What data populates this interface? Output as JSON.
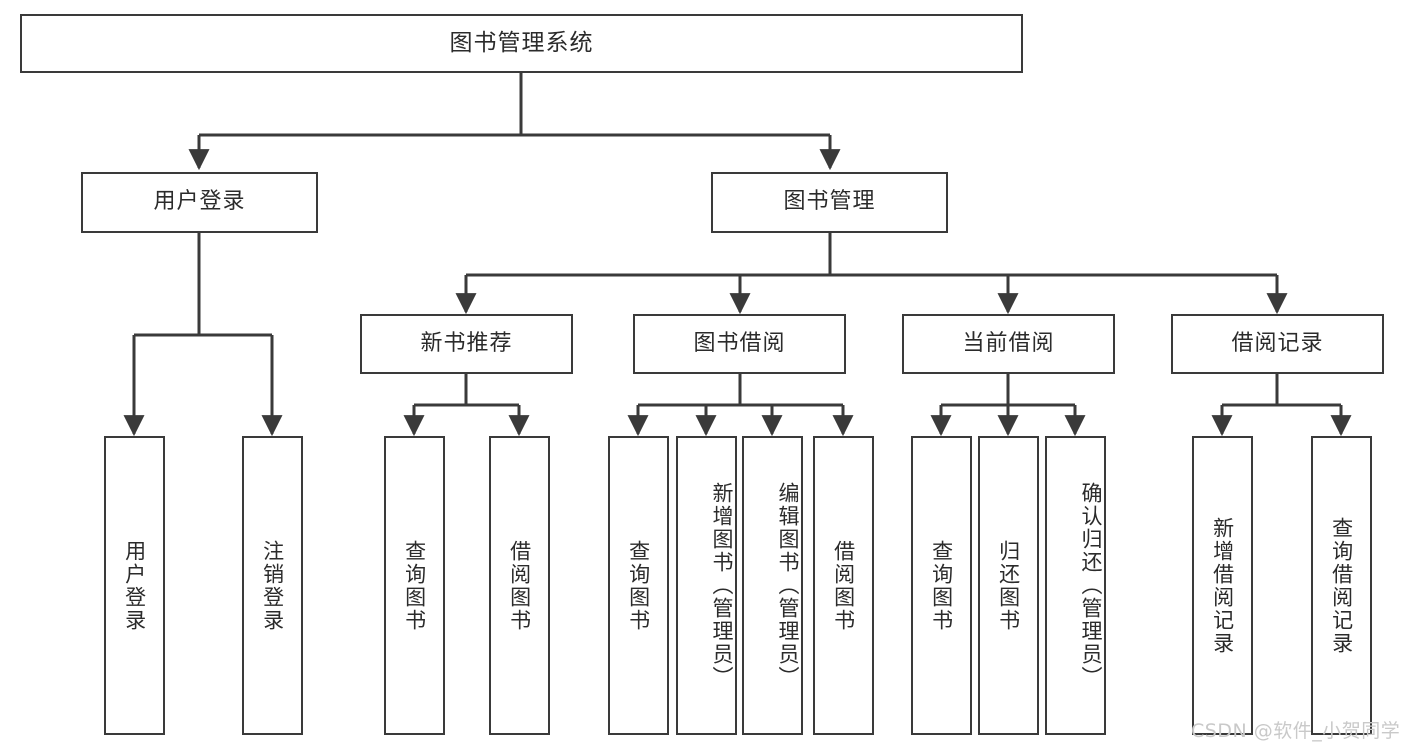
{
  "diagram": {
    "title": "图书管理系统",
    "type": "tree-hierarchy",
    "root": {
      "id": "root",
      "label": "图书管理系统",
      "orientation": "horizontal"
    },
    "level2": [
      {
        "id": "user-login",
        "label": "用户登录",
        "orientation": "horizontal"
      },
      {
        "id": "book-manage",
        "label": "图书管理",
        "orientation": "horizontal"
      }
    ],
    "level3": [
      {
        "id": "new-book-recommend",
        "label": "新书推荐",
        "orientation": "horizontal",
        "parent": "book-manage"
      },
      {
        "id": "book-borrow",
        "label": "图书借阅",
        "orientation": "horizontal",
        "parent": "book-manage"
      },
      {
        "id": "current-borrow",
        "label": "当前借阅",
        "orientation": "horizontal",
        "parent": "book-manage"
      },
      {
        "id": "borrow-record",
        "label": "借阅记录",
        "orientation": "horizontal",
        "parent": "book-manage"
      }
    ],
    "leaves": [
      {
        "id": "leaf-user-login",
        "label": "用户登录",
        "parent": "user-login",
        "orientation": "vertical"
      },
      {
        "id": "leaf-user-logout",
        "label": "注销登录",
        "parent": "user-login",
        "orientation": "vertical"
      },
      {
        "id": "leaf-query-book-1",
        "label": "查询图书",
        "parent": "new-book-recommend",
        "orientation": "vertical"
      },
      {
        "id": "leaf-borrow-book-1",
        "label": "借阅图书",
        "parent": "new-book-recommend",
        "orientation": "vertical"
      },
      {
        "id": "leaf-query-book-2",
        "label": "查询图书",
        "parent": "book-borrow",
        "orientation": "vertical"
      },
      {
        "id": "leaf-add-book",
        "label": "新增图书（管理员）",
        "parent": "book-borrow",
        "orientation": "vertical"
      },
      {
        "id": "leaf-edit-book",
        "label": "编辑图书（管理员）",
        "parent": "book-borrow",
        "orientation": "vertical"
      },
      {
        "id": "leaf-borrow-book-2",
        "label": "借阅图书",
        "parent": "book-borrow",
        "orientation": "vertical"
      },
      {
        "id": "leaf-query-book-3",
        "label": "查询图书",
        "parent": "current-borrow",
        "orientation": "vertical"
      },
      {
        "id": "leaf-return-book",
        "label": "归还图书",
        "parent": "current-borrow",
        "orientation": "vertical"
      },
      {
        "id": "leaf-confirm-return",
        "label": "确认归还（管理员）",
        "parent": "current-borrow",
        "orientation": "vertical"
      },
      {
        "id": "leaf-add-borrow-record",
        "label": "新增借阅记录",
        "parent": "borrow-record",
        "orientation": "vertical"
      },
      {
        "id": "leaf-query-borrow-record",
        "label": "查询借阅记录",
        "parent": "borrow-record",
        "orientation": "vertical"
      }
    ],
    "watermark": "CSDN @软件_小贺同学",
    "colors": {
      "stroke": "#3a3a3a",
      "text": "#2b2b2b",
      "background": "#ffffff",
      "watermark": "#c9c9c9"
    }
  }
}
